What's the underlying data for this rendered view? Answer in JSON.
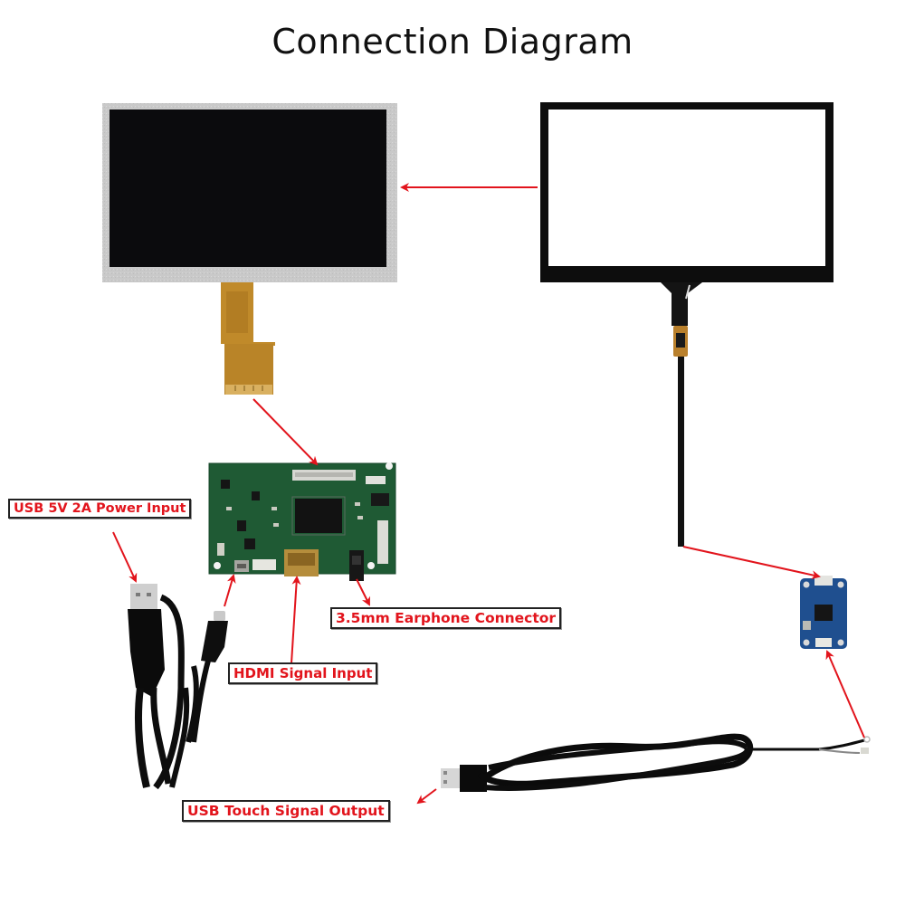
{
  "title": "Connection Diagram",
  "components": {
    "lcd_panel": "LCD display panel",
    "touch_panel": "Capacitive touch panel",
    "driver_board": "HDMI driver board",
    "usb_power_cable": "USB to Micro-USB cable",
    "touch_controller": "Touch controller board",
    "usb_touch_cable": "USB touch cable"
  },
  "labels": {
    "power_input": "USB 5V 2A Power Input",
    "earphone": "3.5mm Earphone Connector",
    "hdmi": "HDMI Signal Input",
    "touch_output": "USB Touch Signal Output"
  },
  "colors": {
    "arrow": "#e2141c",
    "label_text": "#e2141c",
    "pcb_green": "#1f5a34",
    "pcb_blue": "#1f4f8f",
    "fpc_amber": "#b8862b"
  }
}
